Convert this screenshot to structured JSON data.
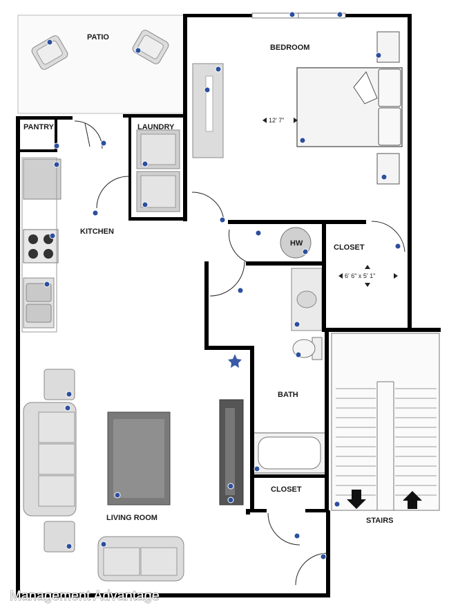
{
  "rooms": {
    "patio": "PATIO",
    "bedroom": "BEDROOM",
    "pantry": "PANTRY",
    "laundry": "LAUNDRY",
    "kitchen": "KITCHEN",
    "hw": "HW",
    "closet_1": "CLOSET",
    "closet_2": "CLOSET",
    "bath": "BATH",
    "living_room": "LIVING ROOM",
    "stairs": "STAIRS"
  },
  "dimensions": {
    "bedroom": "12' 7\"",
    "closet": "6' 6\" x 5' 1\""
  },
  "watermark": "Management Advantage"
}
